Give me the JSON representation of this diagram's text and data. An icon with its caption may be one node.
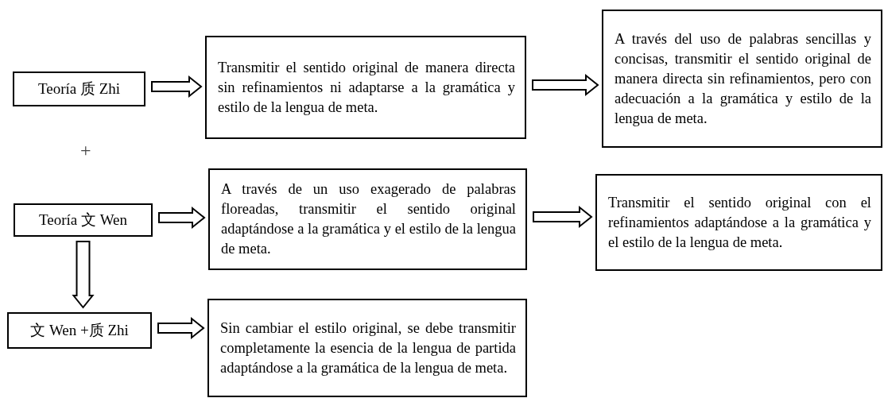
{
  "diagram": {
    "nodes": [
      {
        "text": [
          "Teoría 质 Zhi"
        ]
      },
      {
        "text": [
          "Transmitir el sentido original de manera directa sin refinamientos ni adaptarse a la gramática y estilo de la lengua de meta."
        ]
      },
      {
        "text": [
          "A través del uso de palabras sencillas y concisas, transmitir el sentido original de manera directa sin refinamientos, pero con adecuación a la gramática y estilo de la lengua de meta."
        ]
      },
      {
        "text": [
          "Teoría 文 Wen"
        ]
      },
      {
        "text": [
          "A través de un uso exagerado de palabras floreadas, transmitir el sentido original adaptándose a la gramática y el estilo de la lengua de meta."
        ]
      },
      {
        "text": [
          "Transmitir el sentido original con el refinamientos adaptándose a la gramática y el estilo de la lengua de meta."
        ]
      },
      {
        "text": [
          "文 Wen +质 Zhi"
        ]
      },
      {
        "text": [
          "Sin cambiar el estilo original, se debe transmitir completamente la esencia de la lengua de partida adaptándose a la gramática de la lengua de meta."
        ]
      }
    ],
    "edges": [
      {
        "from": 0,
        "to": 1,
        "arrow": "to"
      },
      {
        "from": 1,
        "to": 2,
        "arrow": "to"
      },
      {
        "from": 3,
        "to": 4,
        "arrow": "to"
      },
      {
        "from": 4,
        "to": 5,
        "arrow": "to"
      },
      {
        "from": 3,
        "to": 6,
        "arrow": "to"
      },
      {
        "from": 6,
        "to": 7,
        "arrow": "to"
      }
    ],
    "labels": [
      "+"
    ]
  }
}
